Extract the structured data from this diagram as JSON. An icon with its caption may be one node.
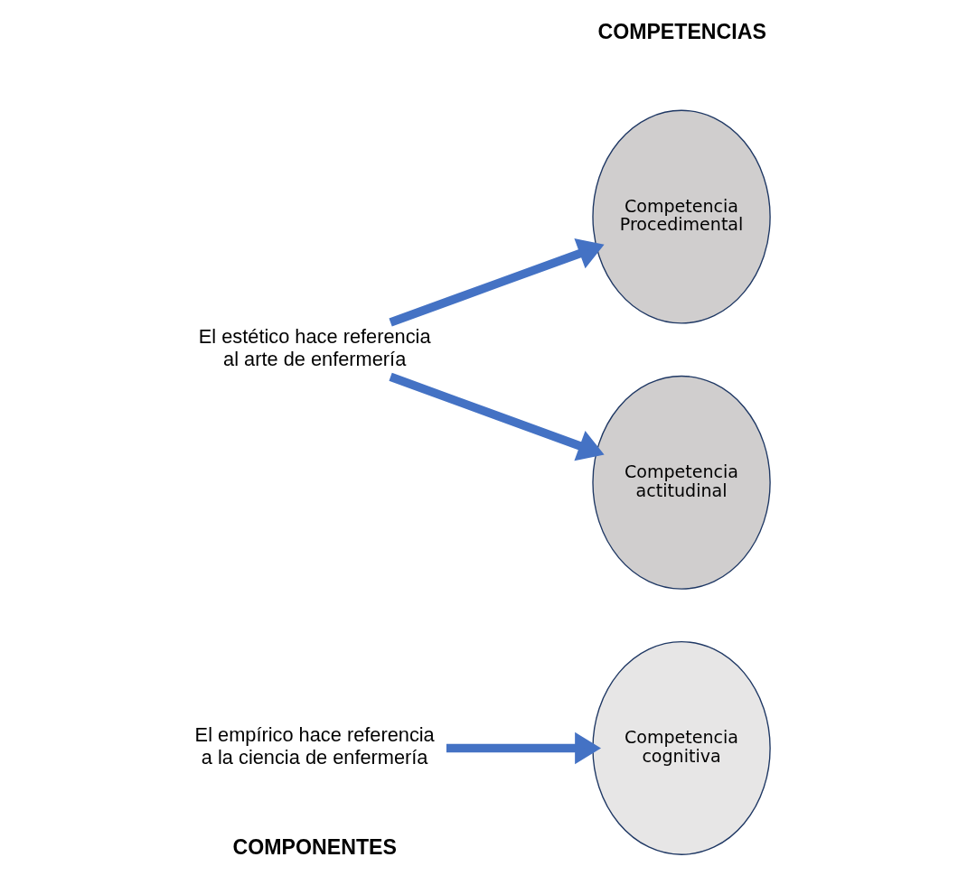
{
  "diagram": {
    "nodes": [
      {
        "text": [
          "El empírico hace referencia a la ciencia de enfermería"
        ]
      },
      {
        "text": [
          "Competencia cognitiva"
        ]
      },
      {
        "text": [
          "El estético hace referencia al arte de enfermería"
        ]
      },
      {
        "text": [
          "Competencia Procedimental"
        ]
      },
      {
        "text": [
          "Competencia actitudinal"
        ]
      }
    ],
    "edges": [
      {
        "from": 0,
        "to": 1,
        "arrow": "to"
      },
      {
        "from": 2,
        "to": 3,
        "arrow": "to"
      },
      {
        "from": 2,
        "to": 4,
        "arrow": "to"
      }
    ],
    "labels": [
      "COMPETENCIAS",
      "COMPONENTES"
    ]
  }
}
